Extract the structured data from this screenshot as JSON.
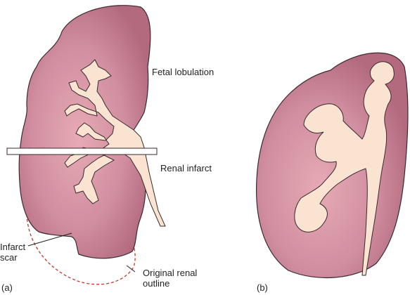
{
  "labels": {
    "fetal_lobulation": "Fetal lobulation",
    "renal_infarct": "Renal infarct",
    "infarct_scar_line1": "Infarct",
    "infarct_scar_line2": "scar",
    "original_outline_line1": "Original renal",
    "original_outline_line2": "outline",
    "panel_a": "(a)",
    "panel_b": "(b)"
  },
  "colors": {
    "kidney_dark": "#b36a7e",
    "kidney_light": "#e7aab4",
    "pelvis": "#fbe3d1",
    "outline": "#3a2a2e",
    "dashed_outline": "#c0392b"
  }
}
